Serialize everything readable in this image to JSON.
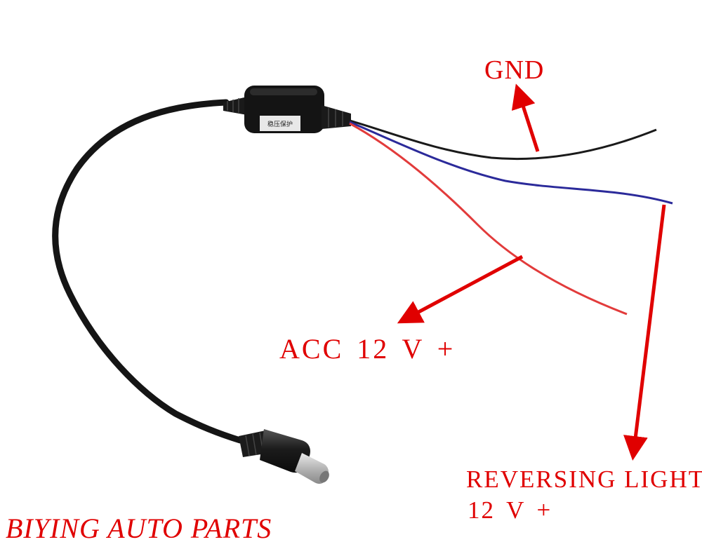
{
  "labels": {
    "gnd": "GND",
    "acc": "ACC 12 V +",
    "reversing_line1": "REVERSING LIGHT",
    "reversing_line2": "12 V +"
  },
  "brand": "BIYING AUTO PARTS",
  "converter_sticker": "稳压保护",
  "colors": {
    "annotation": "#e00000",
    "cable": "#151515",
    "wire_red": "#e23b3b",
    "wire_blue": "#2b2a9a",
    "wire_black": "#1a1a1a",
    "background": "#ffffff"
  }
}
